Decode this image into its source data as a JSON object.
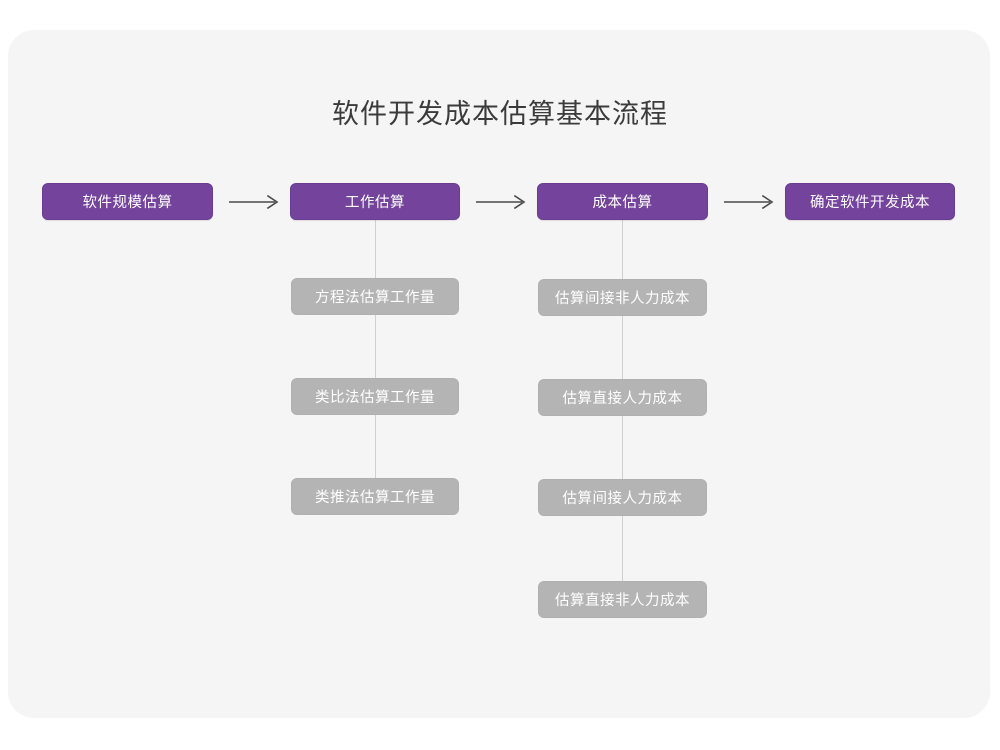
{
  "card": {
    "background": "#f5f5f6"
  },
  "title": "软件开发成本估算基本流程",
  "colors": {
    "primary": "#74439c",
    "secondary": "#b4b4b4",
    "connector": "#cfcfcf",
    "arrow": "#4a4a4a",
    "title_text": "#3b3b3b",
    "node_text": "#ffffff"
  },
  "flow": {
    "main_steps": [
      {
        "id": "scale",
        "label": "软件规模估算"
      },
      {
        "id": "work",
        "label": "工作估算"
      },
      {
        "id": "cost",
        "label": "成本估算"
      },
      {
        "id": "final",
        "label": "确定软件开发成本"
      }
    ],
    "arrows": [
      {
        "id": "arrow-1",
        "icon": "right-arrow-icon"
      },
      {
        "id": "arrow-2",
        "icon": "right-arrow-icon"
      },
      {
        "id": "arrow-3",
        "icon": "right-arrow-icon"
      }
    ],
    "substeps_work": [
      {
        "label": "方程法估算工作量"
      },
      {
        "label": "类比法估算工作量"
      },
      {
        "label": "类推法估算工作量"
      }
    ],
    "substeps_cost": [
      {
        "label": "估算间接非人力成本"
      },
      {
        "label": "估算直接人力成本"
      },
      {
        "label": "估算间接人力成本"
      },
      {
        "label": "估算直接非人力成本"
      }
    ]
  }
}
